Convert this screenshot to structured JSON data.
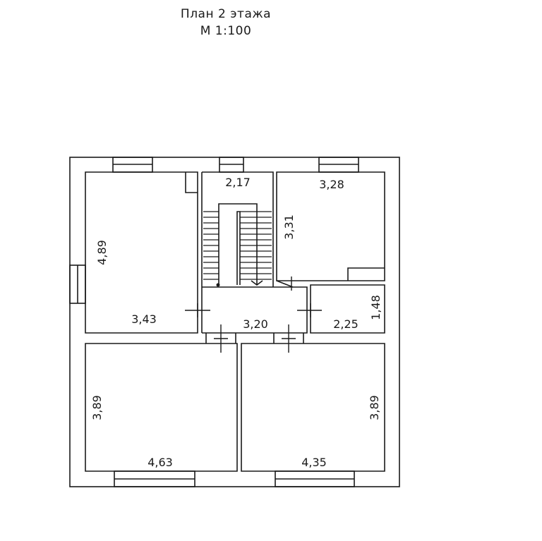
{
  "header": {
    "title": "План 2 этажа",
    "scale": "М 1:100"
  },
  "rooms": {
    "room_nw": {
      "width_label": "3,43",
      "depth_label": "4,89"
    },
    "stair_hall": {
      "width_label": "2,17"
    },
    "room_ne": {
      "width_label": "3,28",
      "depth_label": "3,31"
    },
    "hall": {
      "width_label": "3,20"
    },
    "bathroom": {
      "width_label": "2,25",
      "depth_label": "1,48"
    },
    "room_sw": {
      "width_label": "4,63",
      "depth_label": "3,89"
    },
    "room_se": {
      "width_label": "4,35",
      "depth_label": "3,89"
    }
  },
  "colors": {
    "wall": "#1a1a1a",
    "background": "#ffffff"
  }
}
